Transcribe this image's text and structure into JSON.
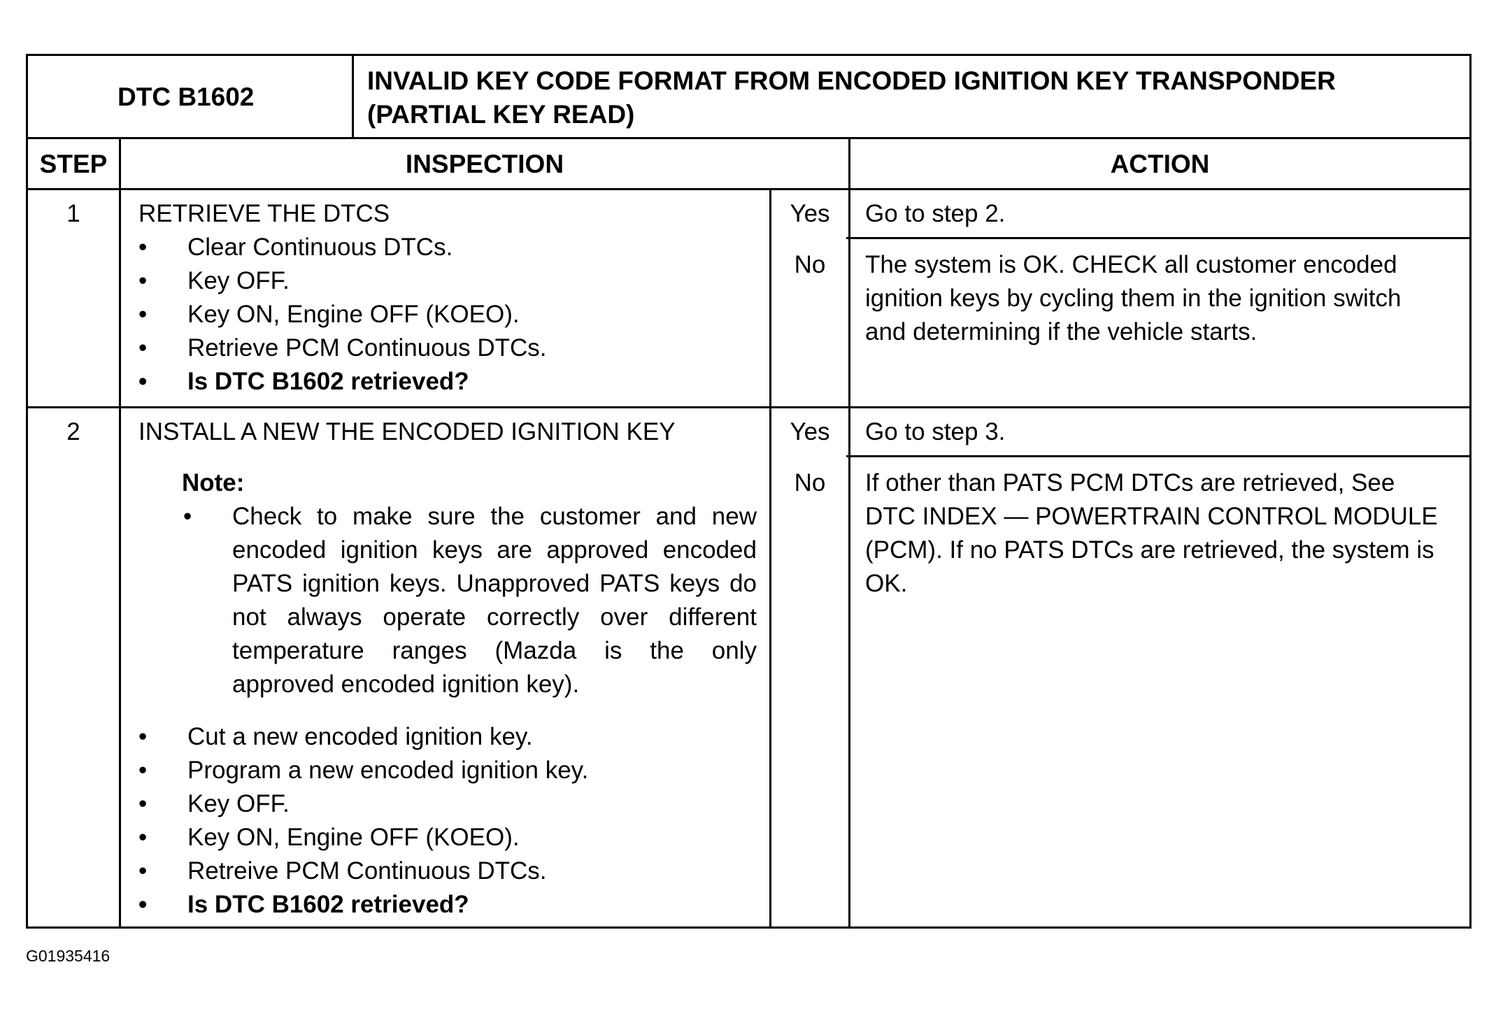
{
  "header": {
    "dtc_code": "DTC B1602",
    "title_line1": "INVALID KEY CODE FORMAT FROM ENCODED IGNITION KEY TRANSPONDER",
    "title_line2": "(PARTIAL KEY READ)"
  },
  "columns": {
    "step": "STEP",
    "inspection": "INSPECTION",
    "action": "ACTION"
  },
  "steps": [
    {
      "number": "1",
      "title": "RETRIEVE THE DTCS",
      "bullets": [
        "Clear Continuous DTCs.",
        "Key OFF.",
        "Key ON, Engine OFF (KOEO).",
        "Retrieve PCM Continuous DTCs."
      ],
      "question": "Is DTC B1602 retrieved?",
      "yes_label": "Yes",
      "yes_action": "Go to step 2.",
      "no_label": "No",
      "no_action": "The system is OK. CHECK all customer encoded ignition keys by cycling them in the ignition switch and determining if the vehicle starts."
    },
    {
      "number": "2",
      "title": "INSTALL A NEW THE ENCODED IGNITION KEY",
      "note_label": "Note:",
      "note_text": "Check to make sure the customer and new encoded ignition keys are approved encoded PATS ignition keys. Unapproved PATS keys do not always operate correctly over different temperature ranges (Mazda is the only approved encoded ignition key).",
      "bullets": [
        "Cut a new encoded ignition key.",
        "Program a new encoded ignition key.",
        "Key OFF.",
        "Key ON, Engine OFF (KOEO).",
        "Retreive PCM Continuous DTCs."
      ],
      "question": "Is DTC B1602 retrieved?",
      "yes_label": "Yes",
      "yes_action": "Go to step 3.",
      "no_label": "No",
      "no_action": "If other than PATS PCM DTCs are retrieved, See DTC INDEX — POWERTRAIN CONTROL MODULE (PCM). If no PATS DTCs are retrieved, the system is OK."
    }
  ],
  "figure_id": "G01935416"
}
